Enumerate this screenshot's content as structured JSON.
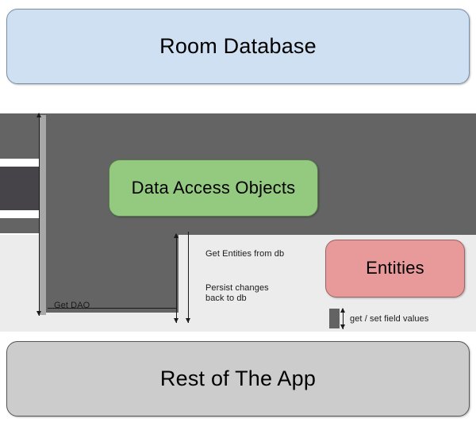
{
  "diagram": {
    "title": "Room Database architecture diagram",
    "nodes": [
      {
        "id": "room-database",
        "label": "Room Database",
        "color": "#cfe0f3"
      },
      {
        "id": "data-access-objects",
        "label": "Data Access Objects",
        "color": "#94ca80"
      },
      {
        "id": "entities",
        "label": "Entities",
        "color": "#e89a9a"
      },
      {
        "id": "rest-of-the-app",
        "label": "Rest of The App",
        "color": "#cccccc"
      }
    ],
    "edges": [
      {
        "id": "get-dao",
        "label": "Get DAO"
      },
      {
        "id": "get-entities-from-db",
        "label": "Get Entities from db"
      },
      {
        "id": "persist-changes-back-to-db",
        "label": "Persist changes\nback to db"
      },
      {
        "id": "get-set-field-values",
        "label": "get / set field values"
      }
    ],
    "colors": {
      "band_gray": "#646464",
      "band_dark": "#464449",
      "band_pale": "#ececec",
      "activation_bar": "#a8a8a8",
      "line": "#1a1a1a",
      "background": "#ffffff"
    }
  }
}
